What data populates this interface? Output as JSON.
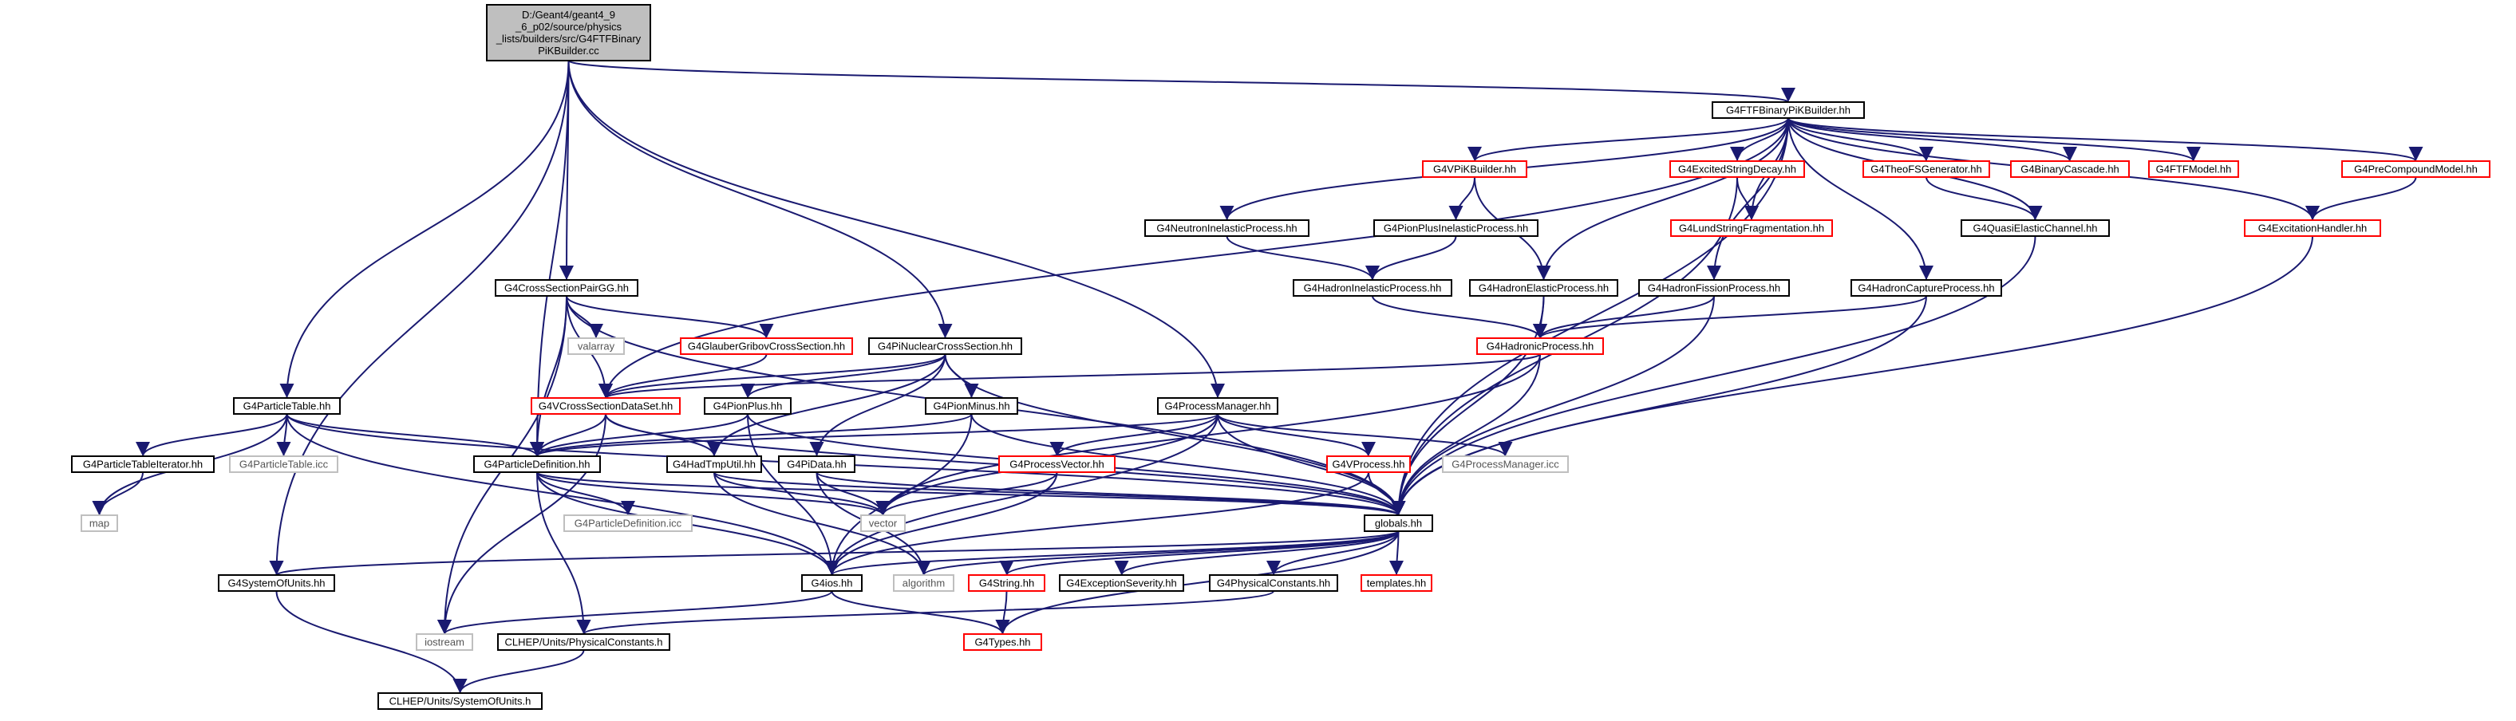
{
  "nodes": [
    {
      "id": "root",
      "label": [
        "D:/Geant4/geant4_9",
        "_6_p02/source/physics",
        "_lists/builders/src/G4FTFBinary",
        "PiKBuilder.cc"
      ],
      "style": "root"
    },
    {
      "id": "ftf",
      "label": [
        "G4FTFBinaryPiKBuilder.hh"
      ],
      "style": "black"
    },
    {
      "id": "vpik",
      "label": [
        "G4VPiKBuilder.hh"
      ],
      "style": "red"
    },
    {
      "id": "excstr",
      "label": [
        "G4ExcitedStringDecay.hh"
      ],
      "style": "red"
    },
    {
      "id": "theo",
      "label": [
        "G4TheoFSGenerator.hh"
      ],
      "style": "red"
    },
    {
      "id": "bincasc",
      "label": [
        "G4BinaryCascade.hh"
      ],
      "style": "red"
    },
    {
      "id": "ftfmodel",
      "label": [
        "G4FTFModel.hh"
      ],
      "style": "red"
    },
    {
      "id": "precomp",
      "label": [
        "G4PreCompoundModel.hh"
      ],
      "style": "red"
    },
    {
      "id": "neutron",
      "label": [
        "G4NeutronInelasticProcess.hh"
      ],
      "style": "black"
    },
    {
      "id": "pionplusinel",
      "label": [
        "G4PionPlusInelasticProcess.hh"
      ],
      "style": "black"
    },
    {
      "id": "lund",
      "label": [
        "G4LundStringFragmentation.hh"
      ],
      "style": "red"
    },
    {
      "id": "quasi",
      "label": [
        "G4QuasiElasticChannel.hh"
      ],
      "style": "black"
    },
    {
      "id": "excit",
      "label": [
        "G4ExcitationHandler.hh"
      ],
      "style": "red"
    },
    {
      "id": "crosspair",
      "label": [
        "G4CrossSectionPairGG.hh"
      ],
      "style": "black"
    },
    {
      "id": "hadinel",
      "label": [
        "G4HadronInelasticProcess.hh"
      ],
      "style": "black"
    },
    {
      "id": "hadelastic",
      "label": [
        "G4HadronElasticProcess.hh"
      ],
      "style": "black"
    },
    {
      "id": "hadfission",
      "label": [
        "G4HadronFissionProcess.hh"
      ],
      "style": "black"
    },
    {
      "id": "hadcapture",
      "label": [
        "G4HadronCaptureProcess.hh"
      ],
      "style": "black"
    },
    {
      "id": "valarray",
      "label": [
        "valarray"
      ],
      "style": "gray"
    },
    {
      "id": "glauber",
      "label": [
        "G4GlauberGribovCrossSection.hh"
      ],
      "style": "red"
    },
    {
      "id": "pinuclear",
      "label": [
        "G4PiNuclearCrossSection.hh"
      ],
      "style": "black"
    },
    {
      "id": "hadronic",
      "label": [
        "G4HadronicProcess.hh"
      ],
      "style": "red"
    },
    {
      "id": "particletable",
      "label": [
        "G4ParticleTable.hh"
      ],
      "style": "black"
    },
    {
      "id": "vcross",
      "label": [
        "G4VCrossSectionDataSet.hh"
      ],
      "style": "red"
    },
    {
      "id": "pionplus",
      "label": [
        "G4PionPlus.hh"
      ],
      "style": "black"
    },
    {
      "id": "pionminus",
      "label": [
        "G4PionMinus.hh"
      ],
      "style": "black"
    },
    {
      "id": "procmgr",
      "label": [
        "G4ProcessManager.hh"
      ],
      "style": "black"
    },
    {
      "id": "ptiter",
      "label": [
        "G4ParticleTableIterator.hh"
      ],
      "style": "black"
    },
    {
      "id": "ptableicc",
      "label": [
        "G4ParticleTable.icc"
      ],
      "style": "gray"
    },
    {
      "id": "partdef",
      "label": [
        "G4ParticleDefinition.hh"
      ],
      "style": "black"
    },
    {
      "id": "hadtmp",
      "label": [
        "G4HadTmpUtil.hh"
      ],
      "style": "black"
    },
    {
      "id": "pidata",
      "label": [
        "G4PiData.hh"
      ],
      "style": "black"
    },
    {
      "id": "procvec",
      "label": [
        "G4ProcessVector.hh"
      ],
      "style": "red"
    },
    {
      "id": "vprocess",
      "label": [
        "G4VProcess.hh"
      ],
      "style": "red"
    },
    {
      "id": "procmgricc",
      "label": [
        "G4ProcessManager.icc"
      ],
      "style": "gray"
    },
    {
      "id": "map",
      "label": [
        "map"
      ],
      "style": "gray"
    },
    {
      "id": "partdeficc",
      "label": [
        "G4ParticleDefinition.icc"
      ],
      "style": "gray"
    },
    {
      "id": "vector",
      "label": [
        "vector"
      ],
      "style": "gray"
    },
    {
      "id": "globals",
      "label": [
        "globals.hh"
      ],
      "style": "black"
    },
    {
      "id": "sysunits",
      "label": [
        "G4SystemOfUnits.hh"
      ],
      "style": "black"
    },
    {
      "id": "g4ios",
      "label": [
        "G4ios.hh"
      ],
      "style": "black"
    },
    {
      "id": "algorithm",
      "label": [
        "algorithm"
      ],
      "style": "gray"
    },
    {
      "id": "g4string",
      "label": [
        "G4String.hh"
      ],
      "style": "red"
    },
    {
      "id": "excsev",
      "label": [
        "G4ExceptionSeverity.hh"
      ],
      "style": "black"
    },
    {
      "id": "physconst",
      "label": [
        "G4PhysicalConstants.hh"
      ],
      "style": "black"
    },
    {
      "id": "templates",
      "label": [
        "templates.hh"
      ],
      "style": "red"
    },
    {
      "id": "iostream",
      "label": [
        "iostream"
      ],
      "style": "gray"
    },
    {
      "id": "clhepconst",
      "label": [
        "CLHEP/Units/PhysicalConstants.h"
      ],
      "style": "black"
    },
    {
      "id": "g4types",
      "label": [
        "G4Types.hh"
      ],
      "style": "red"
    },
    {
      "id": "clhepunits",
      "label": [
        "CLHEP/Units/SystemOfUnits.h"
      ],
      "style": "black"
    }
  ],
  "edges": [
    [
      "root",
      "ftf"
    ],
    [
      "root",
      "sysunits"
    ],
    [
      "root",
      "particletable"
    ],
    [
      "root",
      "partdef"
    ],
    [
      "root",
      "crosspair"
    ],
    [
      "root",
      "pinuclear"
    ],
    [
      "root",
      "procmgr"
    ],
    [
      "ftf",
      "vpik"
    ],
    [
      "ftf",
      "excstr"
    ],
    [
      "ftf",
      "theo"
    ],
    [
      "ftf",
      "bincasc"
    ],
    [
      "ftf",
      "ftfmodel"
    ],
    [
      "ftf",
      "precomp"
    ],
    [
      "ftf",
      "neutron"
    ],
    [
      "ftf",
      "lund"
    ],
    [
      "ftf",
      "quasi"
    ],
    [
      "ftf",
      "excit"
    ],
    [
      "ftf",
      "hadelastic"
    ],
    [
      "ftf",
      "hadfission"
    ],
    [
      "ftf",
      "hadcapture"
    ],
    [
      "ftf",
      "vcross"
    ],
    [
      "ftf",
      "globals"
    ],
    [
      "vpik",
      "pionplusinel"
    ],
    [
      "vpik",
      "hadelastic"
    ],
    [
      "excstr",
      "lund"
    ],
    [
      "excstr",
      "globals"
    ],
    [
      "theo",
      "quasi"
    ],
    [
      "precomp",
      "excit"
    ],
    [
      "neutron",
      "hadinel"
    ],
    [
      "pionplusinel",
      "hadinel"
    ],
    [
      "quasi",
      "globals"
    ],
    [
      "excit",
      "globals"
    ],
    [
      "crosspair",
      "valarray"
    ],
    [
      "crosspair",
      "glauber"
    ],
    [
      "crosspair",
      "vcross"
    ],
    [
      "crosspair",
      "partdef"
    ],
    [
      "crosspair",
      "iostream"
    ],
    [
      "crosspair",
      "globals"
    ],
    [
      "hadinel",
      "hadronic"
    ],
    [
      "hadelastic",
      "hadronic"
    ],
    [
      "hadelastic",
      "globals"
    ],
    [
      "hadfission",
      "hadronic"
    ],
    [
      "hadfission",
      "globals"
    ],
    [
      "hadcapture",
      "hadronic"
    ],
    [
      "hadcapture",
      "globals"
    ],
    [
      "glauber",
      "vcross"
    ],
    [
      "pinuclear",
      "vcross"
    ],
    [
      "pinuclear",
      "pionplus"
    ],
    [
      "pinuclear",
      "pionminus"
    ],
    [
      "pinuclear",
      "pidata"
    ],
    [
      "pinuclear",
      "hadtmp"
    ],
    [
      "pinuclear",
      "globals"
    ],
    [
      "hadronic",
      "vcross"
    ],
    [
      "hadronic",
      "vector"
    ],
    [
      "hadronic",
      "globals"
    ],
    [
      "particletable",
      "map"
    ],
    [
      "particletable",
      "ptiter"
    ],
    [
      "particletable",
      "ptableicc"
    ],
    [
      "particletable",
      "partdef"
    ],
    [
      "particletable",
      "g4ios"
    ],
    [
      "particletable",
      "globals"
    ],
    [
      "vcross",
      "partdef"
    ],
    [
      "vcross",
      "hadtmp"
    ],
    [
      "vcross",
      "iostream"
    ],
    [
      "vcross",
      "globals"
    ],
    [
      "pionplus",
      "partdef"
    ],
    [
      "pionplus",
      "g4ios"
    ],
    [
      "pionplus",
      "globals"
    ],
    [
      "pionminus",
      "partdef"
    ],
    [
      "pionminus",
      "g4ios"
    ],
    [
      "pionminus",
      "globals"
    ],
    [
      "procmgr",
      "partdef"
    ],
    [
      "procmgr",
      "procvec"
    ],
    [
      "procmgr",
      "vprocess"
    ],
    [
      "procmgr",
      "procmgricc"
    ],
    [
      "procmgr",
      "vector"
    ],
    [
      "procmgr",
      "g4ios"
    ],
    [
      "procmgr",
      "globals"
    ],
    [
      "ptiter",
      "map"
    ],
    [
      "partdef",
      "partdeficc"
    ],
    [
      "partdef",
      "vector"
    ],
    [
      "partdef",
      "g4ios"
    ],
    [
      "partdef",
      "clhepconst"
    ],
    [
      "partdef",
      "globals"
    ],
    [
      "hadtmp",
      "vector"
    ],
    [
      "hadtmp",
      "algorithm"
    ],
    [
      "hadtmp",
      "globals"
    ],
    [
      "pidata",
      "vector"
    ],
    [
      "pidata",
      "algorithm"
    ],
    [
      "pidata",
      "globals"
    ],
    [
      "procvec",
      "vector"
    ],
    [
      "procvec",
      "g4ios"
    ],
    [
      "vprocess",
      "g4ios"
    ],
    [
      "vprocess",
      "globals"
    ],
    [
      "globals",
      "g4ios"
    ],
    [
      "globals",
      "algorithm"
    ],
    [
      "globals",
      "g4string"
    ],
    [
      "globals",
      "excsev"
    ],
    [
      "globals",
      "physconst"
    ],
    [
      "globals",
      "templates"
    ],
    [
      "globals",
      "g4types"
    ],
    [
      "globals",
      "sysunits"
    ],
    [
      "sysunits",
      "clhepunits"
    ],
    [
      "g4ios",
      "iostream"
    ],
    [
      "g4ios",
      "g4types"
    ],
    [
      "g4string",
      "g4types"
    ],
    [
      "physconst",
      "clhepconst"
    ],
    [
      "clhepconst",
      "clhepunits"
    ]
  ]
}
